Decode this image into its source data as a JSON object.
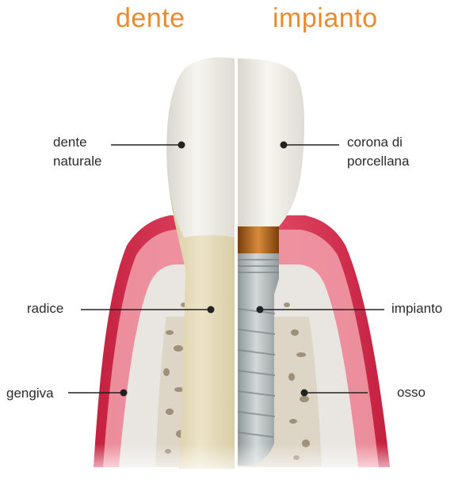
{
  "titles": {
    "left": "dente",
    "right": "impianto"
  },
  "labels": {
    "natural_tooth": "dente\nnaturale",
    "crown": "corona di\nporcellana",
    "root": "radice",
    "implant": "impianto",
    "gum": "gengiva",
    "bone": "osso"
  },
  "colors": {
    "title": "#ee8a2c",
    "gum": "#d8324f",
    "gum_light": "#f19aa6",
    "bone": "#e7e4df",
    "tooth": "#f1efe7",
    "root": "#e5dbb9",
    "titanium": "#b5bcbc",
    "abutment": "#b0671e"
  }
}
